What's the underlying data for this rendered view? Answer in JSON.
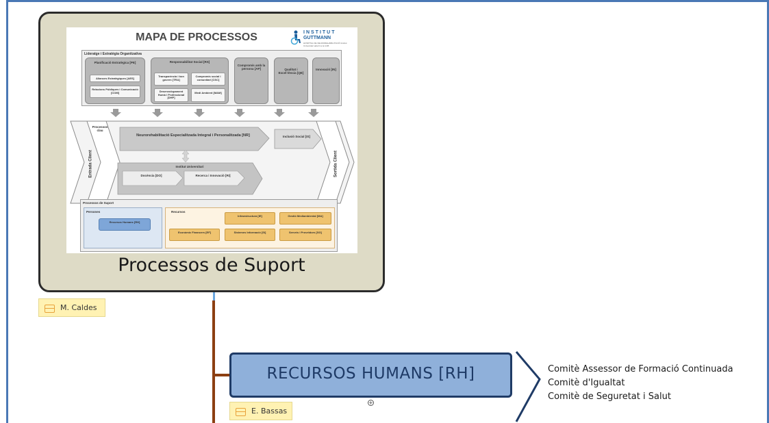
{
  "main_node": {
    "title": "Processos de Suport",
    "owner": "M. Caldes"
  },
  "map": {
    "title": "MAPA DE PROCESSOS",
    "logo": {
      "line1": "INSTITUT",
      "line2": "GUTTMANN",
      "line3": "HOSPITAL DE NEUROREHABILITACIÓ Institut Universitari adscrit a la UAB"
    },
    "leadership": {
      "label": "Lideratge i Estratègia Organitzativa",
      "planificacio": {
        "title": "Planificació Estratègica [PE]",
        "items": [
          "Aliances Estratègiques [AES]",
          "Relacions Públiques i Comunicació [COM]"
        ]
      },
      "responsabilitat": {
        "title": "Responsabilitat Social [RS]",
        "items": [
          "Transparència i bon govern [TRA]",
          "Compromís social i comunitari [CSC]",
          "Desenvolupament Humà i Professional [DHP]",
          "Medi Ambient [MAM]"
        ]
      },
      "others": [
        "Compromís amb la persona [AP]",
        "Qualitat i Excel·lència [QE]",
        "Innovació [IN]"
      ]
    },
    "key_processes": {
      "label": "Processos clau",
      "entry": "Entrada Client",
      "exit": "Sortida Client",
      "nr": "Neurorehabilitació Especialitzada Integral i Personalitzada [NR]",
      "is": "Inclusió Social [IS]",
      "institut": "Institut Universitari",
      "do": "Docència [DO]",
      "ri": "Recerca i Innovació [RI]"
    },
    "support": {
      "label": "Processos de Suport",
      "persones": {
        "label": "Persones",
        "item": "Recursos Humans [RH]"
      },
      "recursos": {
        "label": "Recursos",
        "items": [
          "Infraestructura [IE]",
          "Gestió Mediambiental [MA]",
          "Econòmic Financers [EF]",
          "Sistemes Informació [SI]",
          "Serveis i Proveïdors [SG]"
        ]
      }
    }
  },
  "rh_node": {
    "title": "RECURSOS HUMANS [RH]",
    "owner": "E. Bassas",
    "children": [
      "Comitè Assessor de Formació Continuada",
      "Comitè d'Igualtat",
      "Comitè de Seguretat i Salut"
    ]
  },
  "colors": {
    "frame": "#4a78b5",
    "connector": "#8c3f12",
    "rh_fill": "#8fb0da",
    "main_fill": "#dedbc6"
  }
}
